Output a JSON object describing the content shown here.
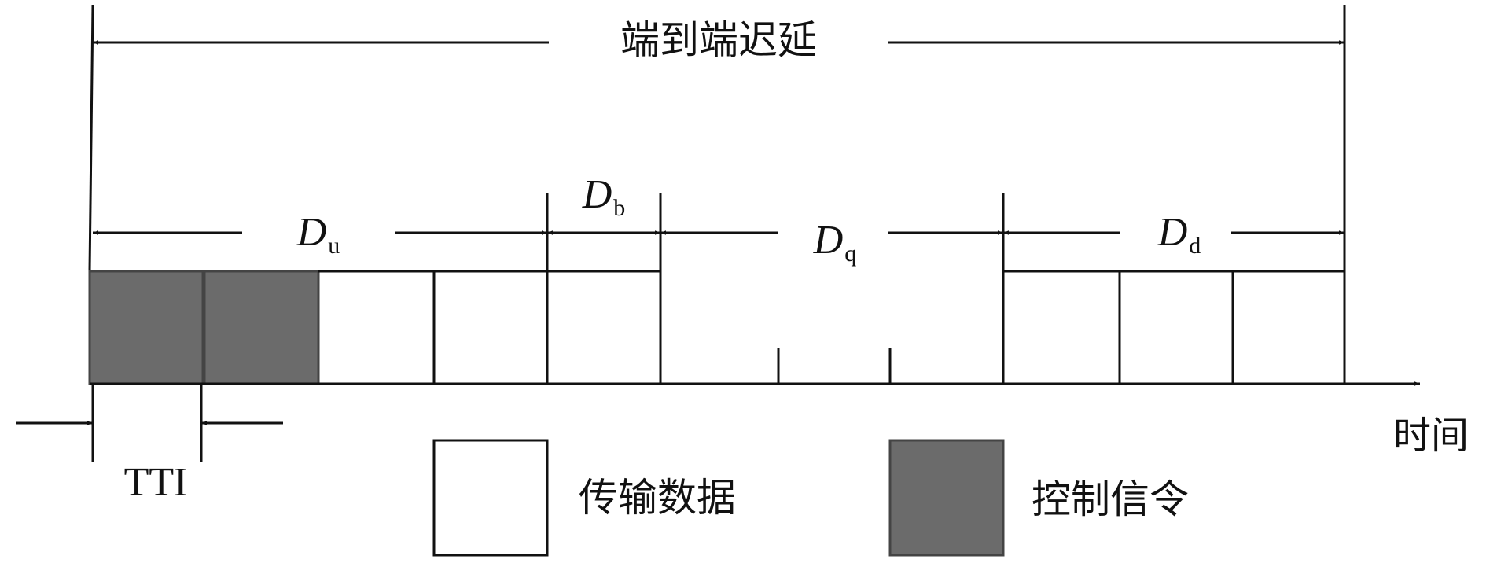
{
  "labels": {
    "end_to_end_delay": "端到端迟延",
    "time_axis": "时间",
    "tti": "TTI",
    "segment_symbol": "D",
    "subscripts": {
      "du": "u",
      "db": "b",
      "dq": "q",
      "dd": "d"
    }
  },
  "legend": {
    "data_label": "传输数据",
    "control_label": "控制信令"
  },
  "colors": {
    "line": "#111111",
    "control_fill": "#6b6b6b",
    "data_fill": "#ffffff"
  }
}
